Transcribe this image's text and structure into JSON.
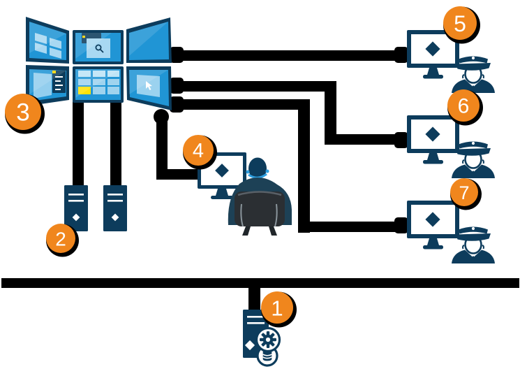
{
  "badges": {
    "server": "1",
    "wall_computers": "2",
    "video_wall": "3",
    "operator": "4",
    "client_top": "5",
    "client_middle": "6",
    "client_bottom": "7"
  },
  "colors": {
    "badge_orange": "#F0861D",
    "badge_text": "#FFFFFF",
    "device_navy": "#0D3C5C",
    "screen_blue": "#2095D5",
    "screen_light_blue": "#A8D8F2",
    "highlight_yellow": "#FFE205",
    "cable_black": "#000000",
    "jacket_slate": "#1D4156",
    "chair_charcoal": "#2B2F33",
    "headset_blue": "#2E9FE0",
    "background": "#FFFFFF"
  },
  "icons": {
    "window-panes-icon": "2x2 light blue window panes",
    "search-window-icon": "magnifier over floating window",
    "document-list-icon": "dark document with text lines and yellow marker",
    "camera-grid-icon": "3x3 tile grid with one yellow highlighted tile",
    "cursor-icon": "white arrow pointer",
    "diamond-logo-icon": "rotated square diamond",
    "police-operator-icon": "uniformed officer with peaked cap",
    "operator-person-icon": "person with headset seated in chair",
    "gear-icon": "cog inside white circle",
    "database-icon": "stacked discs inside white circle"
  },
  "connections": [
    {
      "from": "video-wall",
      "to": "client-workstation-5"
    },
    {
      "from": "video-wall",
      "to": "client-workstation-6"
    },
    {
      "from": "video-wall",
      "to": "client-workstation-7"
    },
    {
      "from": "video-wall",
      "to": "operator-workstation"
    },
    {
      "from": "video-wall",
      "to": "wall-computer-a"
    },
    {
      "from": "video-wall",
      "to": "wall-computer-b"
    },
    {
      "from": "network-bus",
      "to": "server"
    }
  ]
}
